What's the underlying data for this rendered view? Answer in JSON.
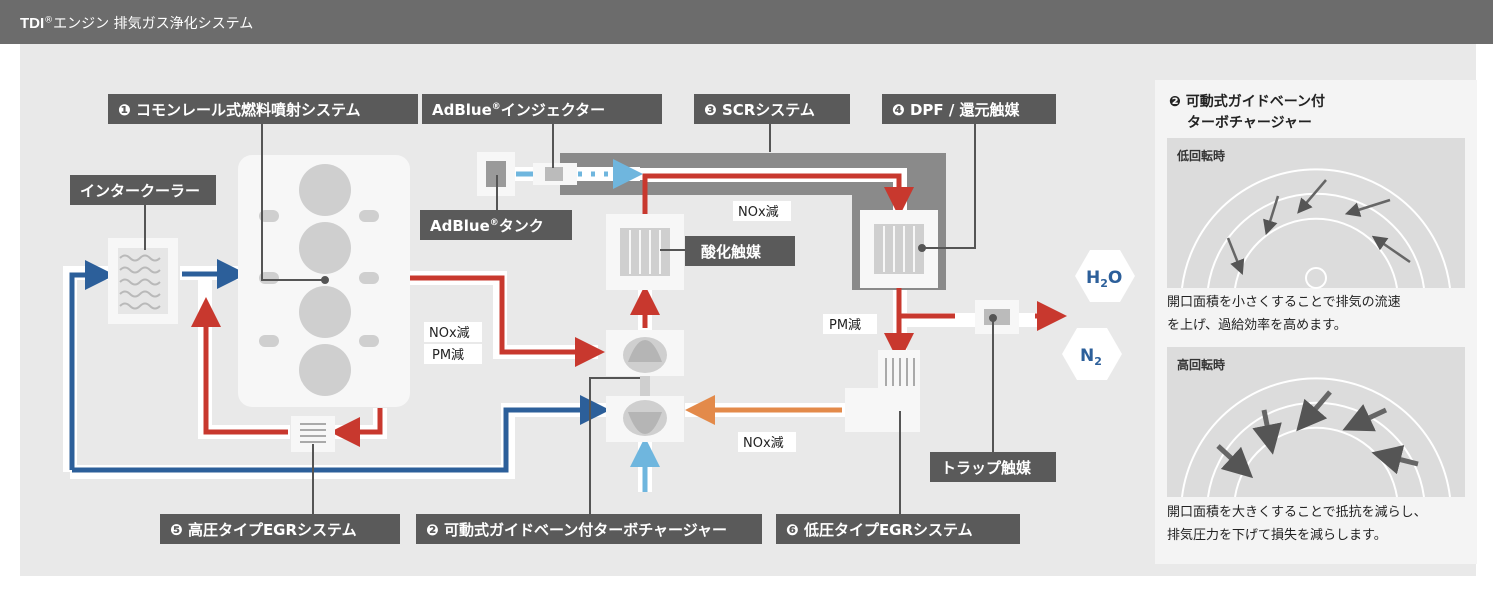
{
  "header": {
    "brand": "TDI",
    "reg": "®",
    "title_rest": "エンジン 排気ガス浄化システム"
  },
  "labels": {
    "common_rail": "コモンレール式燃料噴射システム",
    "common_rail_num": "❶",
    "adblue_injector": "AdBlue",
    "adblue_injector_rest": "インジェクター",
    "scr": "SCRシステム",
    "scr_num": "❸",
    "dpf": "DPF / 還元触媒",
    "dpf_num": "❹",
    "intercooler": "インタークーラー",
    "adblue_tank": "AdBlue",
    "adblue_tank_rest": "タンク",
    "reg": "®",
    "oxidation_catalyst": "酸化触媒",
    "hp_egr": "高圧タイプEGRシステム",
    "hp_egr_num": "❺",
    "vgt": "可動式ガイドベーン付ターボチャージャー",
    "vgt_num": "❷",
    "lp_egr": "低圧タイプEGRシステム",
    "lp_egr_num": "❻",
    "trap_catalyst": "トラップ触媒",
    "h2o_h": "H",
    "h2o_2": "2",
    "h2o_o": "O",
    "n2_n": "N",
    "n2_2": "2"
  },
  "annotations": {
    "nox_reduced": "NOx減",
    "pm_reduced": "PM減"
  },
  "panel": {
    "num": "❷",
    "title_line1": "可動式ガイドベーン付",
    "title_line2": "ターボチャージャー",
    "low_rpm": "低回転時",
    "low_caption_1": "開口面積を小さくすることで排気の流速",
    "low_caption_2": "を上げ、過給効率を高めます。",
    "high_rpm": "高回転時",
    "high_caption_1": "開口面積を大きくすることで抵抗を減らし、",
    "high_caption_2": "排気圧力を下げて損失を減らします。"
  },
  "colors": {
    "red": "#c8382e",
    "blue": "#2c5f9a",
    "lightblue": "#6fb6de",
    "orange": "#e38a4a",
    "label_bg": "#5a5a5a"
  }
}
